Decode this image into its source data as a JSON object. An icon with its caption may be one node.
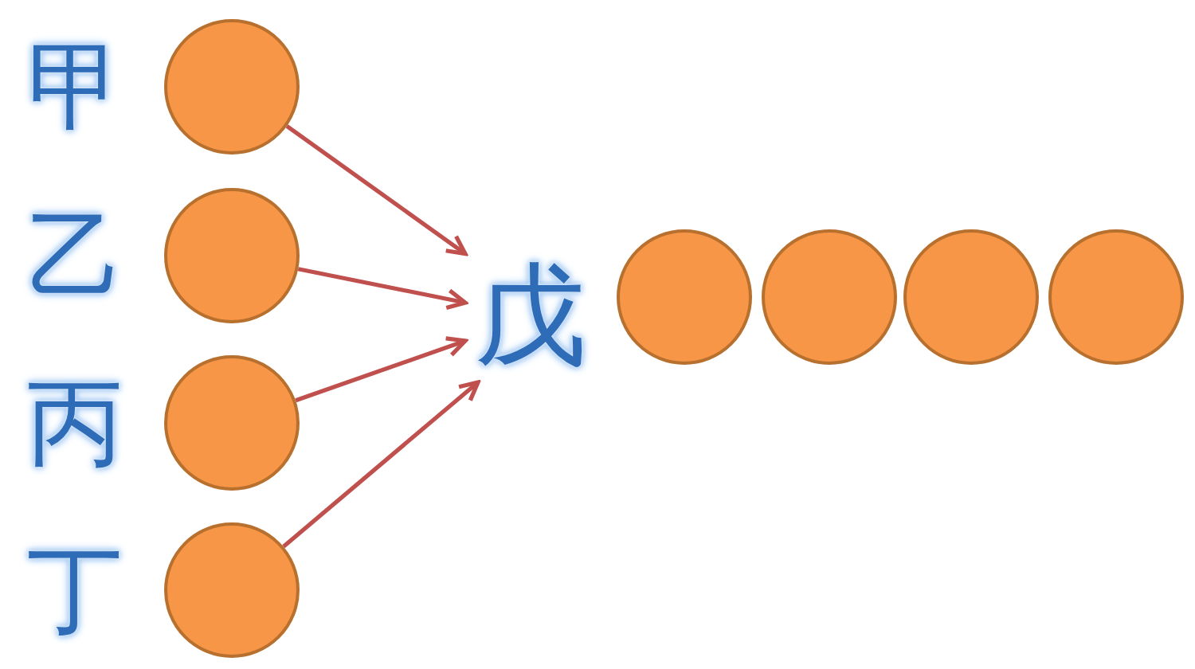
{
  "diagram": {
    "nodes": [
      {
        "text": [],
        "shape": "circle",
        "beside": [
          "甲"
        ]
      },
      {
        "text": [],
        "shape": "circle",
        "beside": [
          "乙"
        ]
      },
      {
        "text": [],
        "shape": "circle",
        "beside": [
          "丙"
        ]
      },
      {
        "text": [],
        "shape": "circle",
        "beside": [
          "丁"
        ]
      },
      {
        "text": [
          "戊"
        ]
      },
      {
        "text": [],
        "shape": "circle"
      },
      {
        "text": [],
        "shape": "circle"
      },
      {
        "text": [],
        "shape": "circle"
      },
      {
        "text": [],
        "shape": "circle"
      }
    ],
    "edges": [
      {
        "from": 0,
        "to": 4,
        "arrow": "to"
      },
      {
        "from": 1,
        "to": 4,
        "arrow": "to"
      },
      {
        "from": 2,
        "to": 4,
        "arrow": "to"
      },
      {
        "from": 3,
        "to": 4,
        "arrow": "to"
      }
    ]
  }
}
